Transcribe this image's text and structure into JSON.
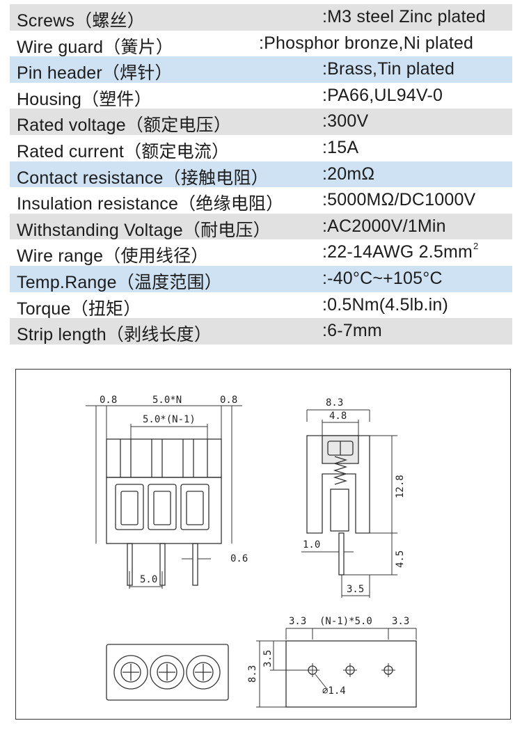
{
  "specs": [
    {
      "label": "Screws（螺丝）",
      "value": ":M3 steel Zinc plated",
      "bg": "#e1e1e1"
    },
    {
      "label": "Wire guard（簧片）",
      "value": ":Phosphor bronze,Ni plated",
      "bg": "#ffffff"
    },
    {
      "label": "Pin header（焊针）",
      "value": ":Brass,Tin plated",
      "bg": "#cfe2f3"
    },
    {
      "label": "Housing（塑件）",
      "value": ":PA66,UL94V-0",
      "bg": "#ffffff"
    },
    {
      "label": "Rated voltage（额定电压）",
      "value": ":300V",
      "bg": "#e1e1e1"
    },
    {
      "label": "Rated current（额定电流）",
      "value": ":15A",
      "bg": "#ffffff"
    },
    {
      "label": "Contact resistance（接触电阻）",
      "value": ":20mΩ",
      "bg": "#cfe2f3"
    },
    {
      "label": "Insulation resistance（绝缘电阻）",
      "value": ":5000MΩ/DC1000V",
      "bg": "#ffffff"
    },
    {
      "label": "Withstanding Voltage（耐电压）",
      "value": ":AC2000V/1Min",
      "bg": "#e1e1e1"
    },
    {
      "label": "Wire range（使用线径）",
      "value": ":22-14AWG 2.5mm",
      "value_sup": "2",
      "bg": "#ffffff"
    },
    {
      "label": "Temp.Range（温度范围）",
      "value": ":-40°C~+105°C",
      "bg": "#cfe2f3"
    },
    {
      "label": "Torque（扭矩）",
      "value": ":0.5Nm(4.5lb.in)",
      "bg": "#ffffff"
    },
    {
      "label": "Strip length（剥线长度）",
      "value": ":6-7mm",
      "bg": "#e1e1e1"
    }
  ],
  "drawing": {
    "front_view": {
      "dim_left_margin": "0.8",
      "dim_total": "5.0*N",
      "dim_right_margin": "0.8",
      "dim_inner": "5.0*(N-1)",
      "dim_pitch": "5.0",
      "dim_pin_width": "0.6"
    },
    "side_view": {
      "dim_width": "8.3",
      "dim_inner_width": "4.8",
      "dim_height": "12.8",
      "dim_pin_length": "4.5",
      "dim_pin_thickness": "1.0",
      "dim_pin_offset": "3.5"
    },
    "footprint": {
      "dim_left": "3.3",
      "dim_spacing": "(N-1)*5.0",
      "dim_right": "3.3",
      "dim_height": "8.3",
      "dim_row_offset": "3.5",
      "dim_hole": "∅1.4"
    }
  }
}
